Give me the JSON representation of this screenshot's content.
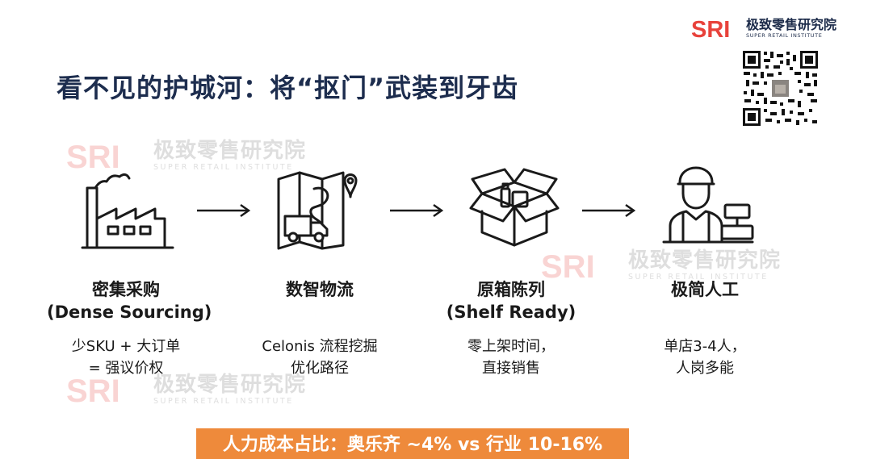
{
  "brand": {
    "logo_text": "SRI",
    "name_cn": "极致零售研究院",
    "name_en": "SUPER RETAIL INSTITUTE",
    "colors": {
      "red": "#e8423b",
      "navy": "#1c2b4a"
    }
  },
  "title": "看不见的护城河：将“抠门”武装到牙齿",
  "steps": [
    {
      "icon": "factory-icon",
      "title": "密集采购",
      "subtitle": "(Dense Sourcing)",
      "desc1": "少SKU + 大订单",
      "desc2": "= 强议价权"
    },
    {
      "icon": "logistics-map-truck-icon",
      "title": "数智物流",
      "subtitle": "",
      "desc1": "Celonis 流程挖掘",
      "desc2": "优化路径"
    },
    {
      "icon": "open-box-icon",
      "title": "原箱陈列",
      "subtitle": "(Shelf Ready)",
      "desc1": "零上架时间，",
      "desc2": "直接销售"
    },
    {
      "icon": "cashier-icon",
      "title": "极简人工",
      "subtitle": "",
      "desc1": "单店3-4人，",
      "desc2": "人岗多能"
    }
  ],
  "banner": {
    "text": "人力成本占比：奥乐齐 ~4% vs 行业 10-16%",
    "color": "#ee8a3b"
  }
}
